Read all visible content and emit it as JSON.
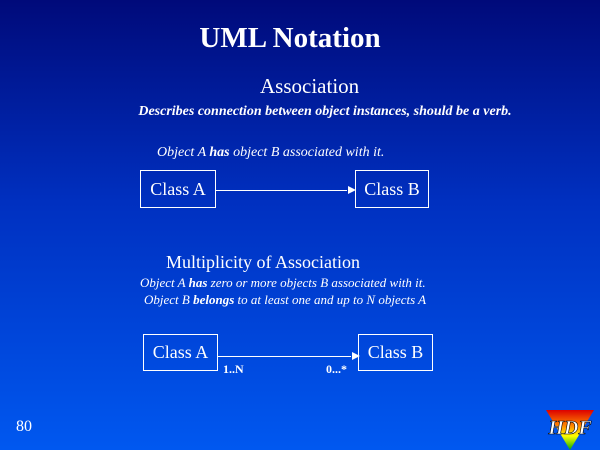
{
  "title": "UML Notation",
  "subtitle": "Association",
  "description": "Describes connection between object instances, should be a verb.",
  "section1": {
    "caption_pre": "Object A ",
    "caption_bold": "has",
    "caption_post": " object B associated with it.",
    "class_a": "Class A",
    "class_b": "Class B"
  },
  "section2": {
    "heading": "Multiplicity of  Association",
    "line1_pre": "Object A ",
    "line1_bold": "has",
    "line1_post": " zero or more objects B associated with it.",
    "line2_pre": "Object B ",
    "line2_bold": "belongs",
    "line2_post": " to at least one and up to N objects A",
    "class_a": "Class A",
    "class_b": "Class B",
    "mult_a": "1..N",
    "mult_b": "0...*"
  },
  "page_number": "80",
  "logo": "HDF"
}
